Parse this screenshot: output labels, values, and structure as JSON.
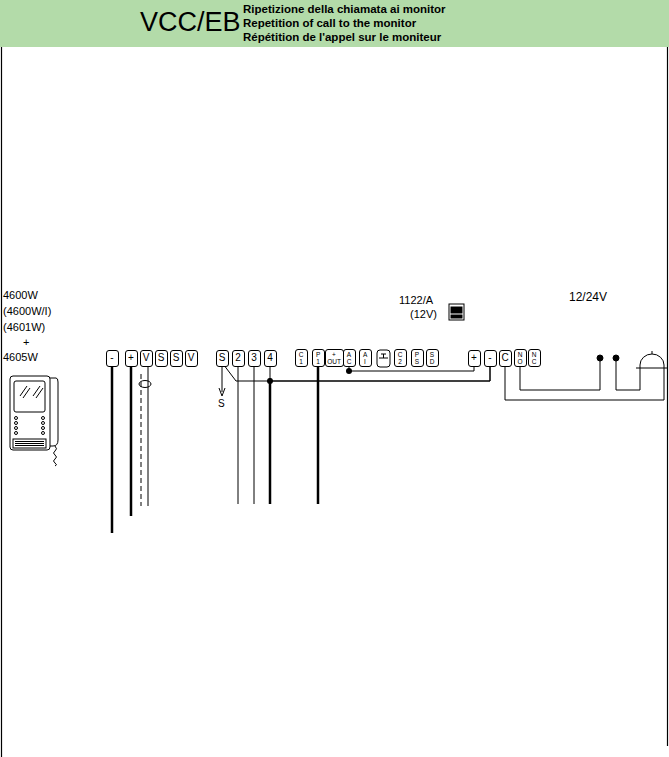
{
  "diagram": {
    "title": "VCC/EB",
    "nodes": [
      {
        "text": [
          "-"
        ]
      },
      {
        "text": [
          "+"
        ]
      },
      {
        "text": [
          "V"
        ]
      },
      {
        "text": [
          "S"
        ]
      },
      {
        "text": [
          "S"
        ]
      },
      {
        "text": [
          "V"
        ]
      },
      {
        "text": [
          "S"
        ]
      },
      {
        "text": [
          "2"
        ]
      },
      {
        "text": [
          "3"
        ]
      },
      {
        "text": [
          "4"
        ]
      },
      {
        "text": [
          "C 1"
        ]
      },
      {
        "text": [
          "P 1"
        ]
      },
      {
        "text": [
          "+ OUT"
        ]
      },
      {
        "text": [
          "A C"
        ]
      },
      {
        "text": [
          "A I"
        ]
      },
      {
        "text": [
          "C 2"
        ]
      },
      {
        "text": [
          "P S"
        ]
      },
      {
        "text": [
          "S D"
        ]
      },
      {
        "text": [
          "+"
        ]
      },
      {
        "text": [
          "-"
        ]
      },
      {
        "text": [
          "C"
        ]
      },
      {
        "text": [
          "N O"
        ]
      },
      {
        "text": [
          "N C"
        ]
      }
    ],
    "edges": [
      {
        "from": 6,
        "to": 19,
        "arrow": "none"
      },
      {
        "from": 9,
        "to": 19,
        "arrow": "none"
      },
      {
        "from": 13,
        "to": 18,
        "arrow": "none"
      }
    ],
    "labels": [
      "Ripetizione della chiamata ai monitor",
      "Repetition of call to the monitor",
      "Répétition de l'appel sur le moniteur",
      "4600W",
      "(4600W/I)",
      "(4601W)",
      "+",
      "4605W",
      "1122/A",
      "(12V)",
      "12/24V",
      "S"
    ]
  }
}
